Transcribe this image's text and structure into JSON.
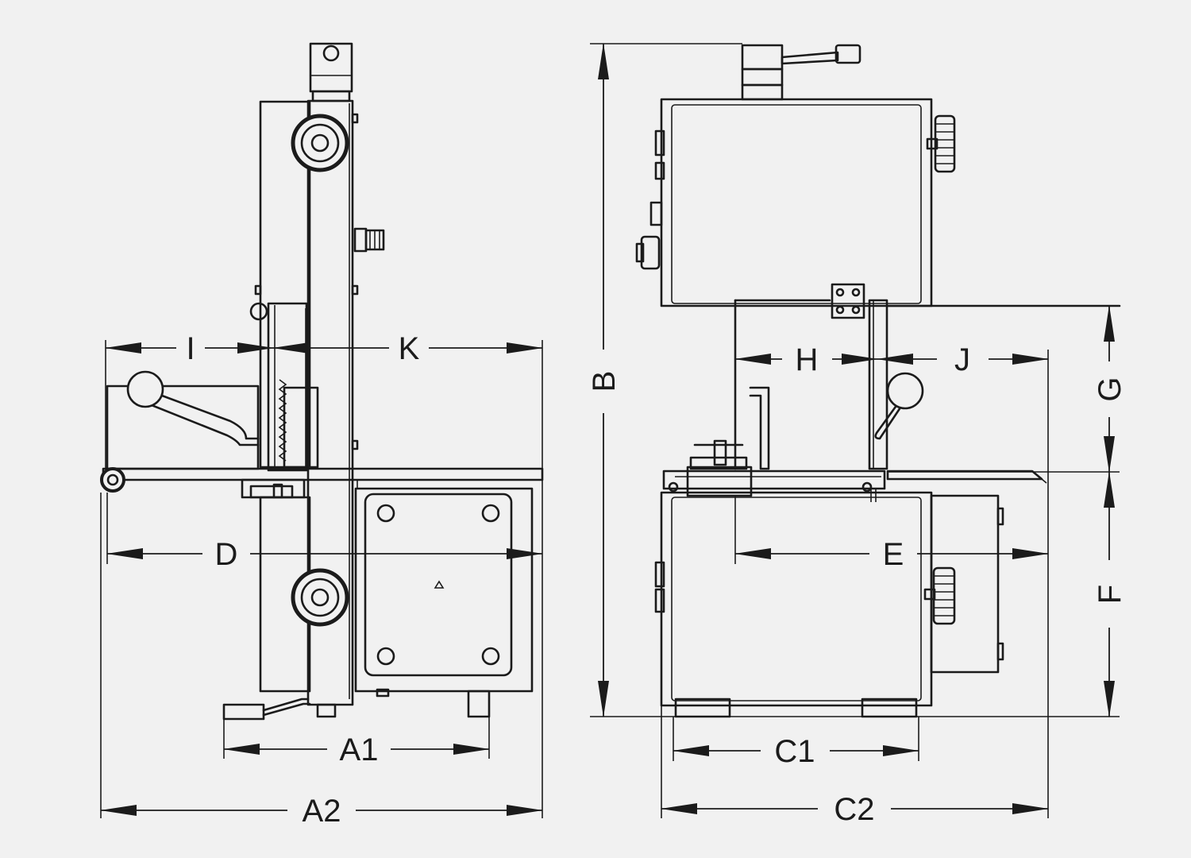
{
  "diagram": {
    "labels": {
      "i": "I",
      "k": "K",
      "d": "D",
      "a1": "A1",
      "a2": "A2",
      "b": "B",
      "h": "H",
      "j": "J",
      "e": "E",
      "g": "G",
      "f": "F",
      "c1": "C1",
      "c2": "C2"
    },
    "colors": {
      "line": "#1b1b1b",
      "background": "#f1f1f1"
    }
  }
}
